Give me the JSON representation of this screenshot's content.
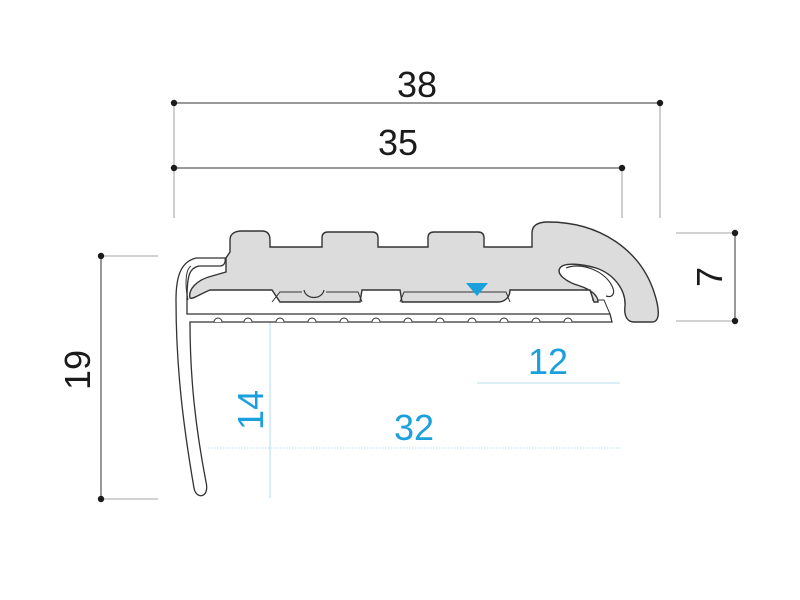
{
  "colors": {
    "outline": "#333333",
    "rubber_fill": "#dcdcdc",
    "dimension_black": "#1b1b1b",
    "dimension_blue": "#1aa0dc",
    "marker_triangle": "#1aa0dc"
  },
  "dimensions": {
    "overall_width": "38",
    "insert_width": "35",
    "nose_height": "7",
    "total_height": "19",
    "inner_leg_height": "14",
    "inner_span": "32",
    "inner_offset": "12"
  }
}
